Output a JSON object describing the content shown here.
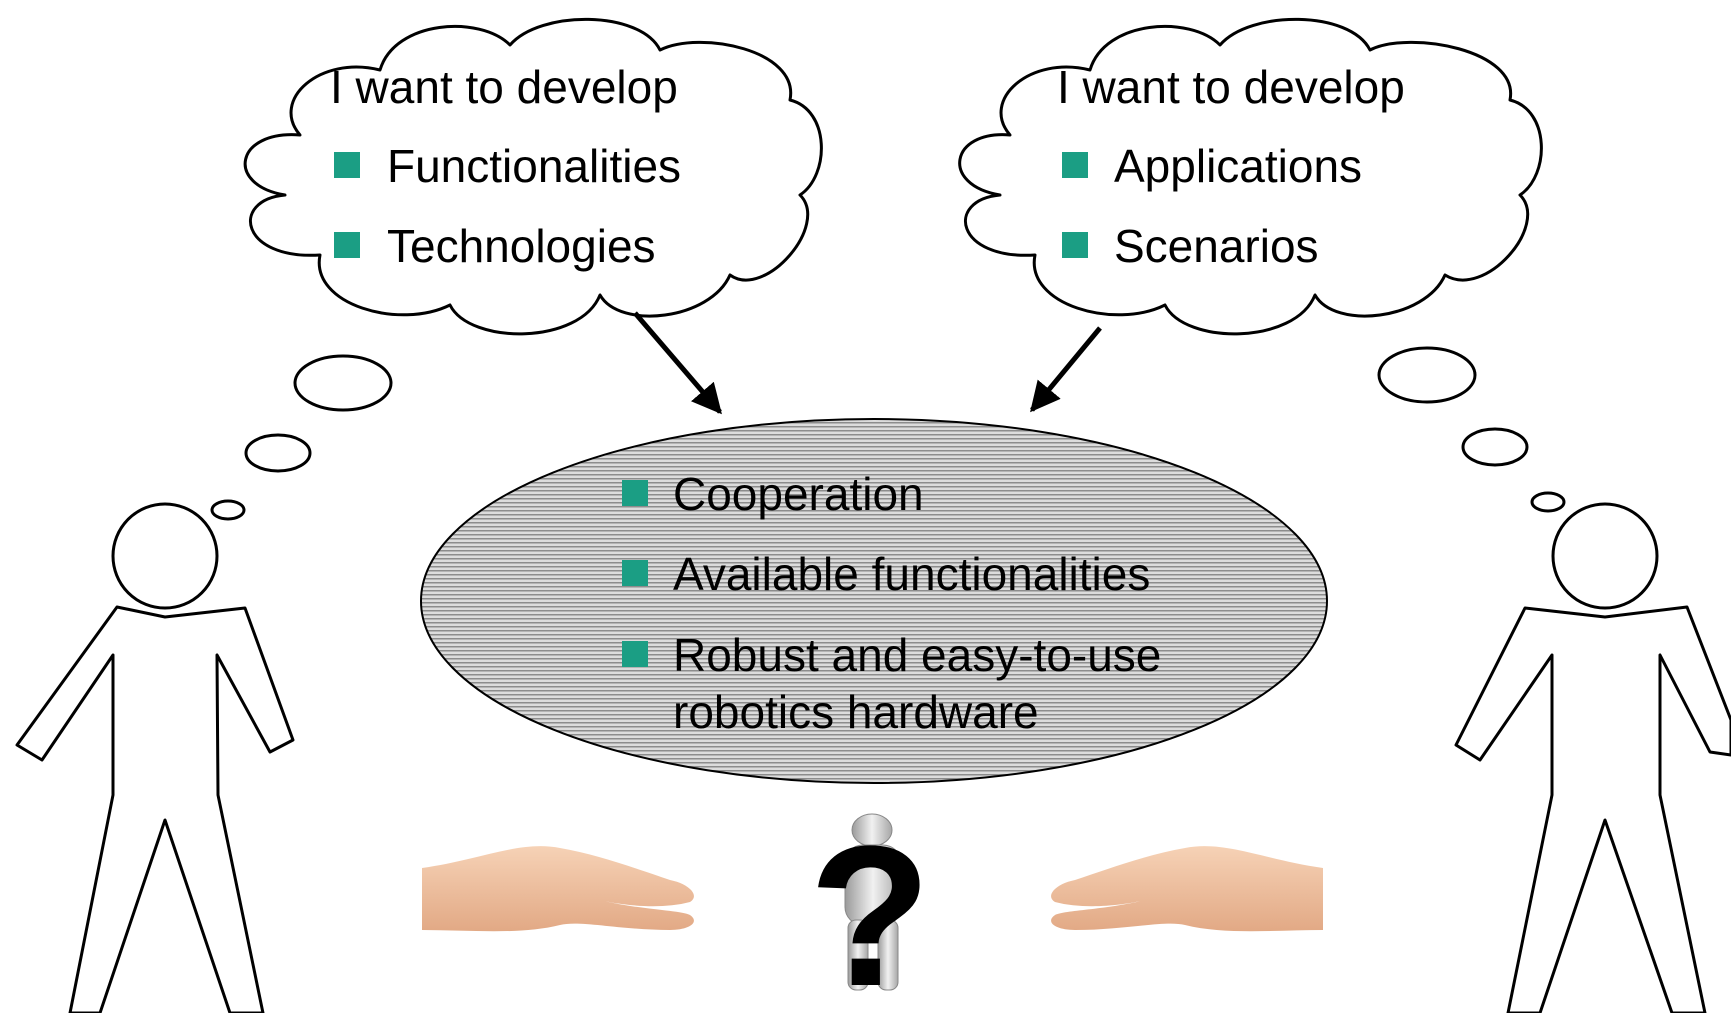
{
  "left_thought": {
    "heading": "I want to develop",
    "items": [
      "Functionalities",
      "Technologies"
    ]
  },
  "right_thought": {
    "heading": "I want to develop",
    "items": [
      "Applications",
      "Scenarios"
    ]
  },
  "center_ellipse": {
    "items": [
      "Cooperation",
      "Available functionalities",
      "Robust and easy-to-use",
      "robotics hardware"
    ]
  },
  "question_mark": "?",
  "colors": {
    "bullet": "#1b9e84",
    "ellipse_fill": "#d6d6d6",
    "ellipse_stripe": "#8c8c8c",
    "skin": "#f0c4a2",
    "outline": "#000000"
  },
  "icons": {
    "left_person": "stick-person-icon",
    "right_person": "stick-person-icon",
    "hands": "open-hand-icon",
    "robot": "robot-figure-icon"
  }
}
